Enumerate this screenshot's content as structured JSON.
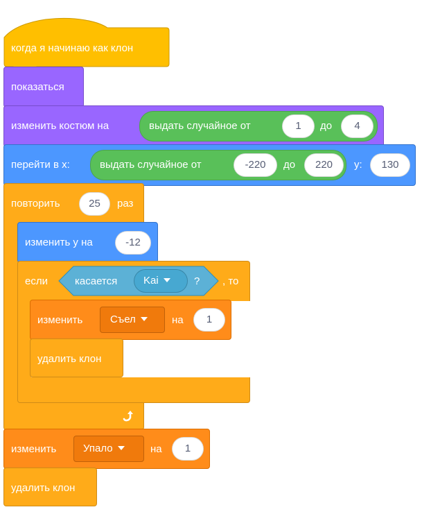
{
  "colors": {
    "events": "#FFBF00",
    "control": "#FFAB19",
    "looks": "#9966FF",
    "motion": "#4C97FF",
    "operators": "#59C059",
    "sensing": "#5CB1D6",
    "variables": "#FF8C1A"
  },
  "script": {
    "hat": {
      "label": "когда я начинаю как клон"
    },
    "show": {
      "label": "показаться"
    },
    "switch_costume": {
      "label": "изменить костюм на",
      "random": {
        "label": "выдать случайное от",
        "from": "1",
        "to_label": "до",
        "to": "4"
      }
    },
    "goto_xy": {
      "label": "перейти в x:",
      "random": {
        "label": "выдать случайное от",
        "from": "-220",
        "to_label": "до",
        "to": "220"
      },
      "y_label": "y:",
      "y": "130"
    },
    "repeat": {
      "label": "повторить",
      "count": "25",
      "times_label": "раз",
      "loop_arrow": "loop-arrow-icon",
      "change_y": {
        "label": "изменить y на",
        "value": "-12"
      },
      "if_block": {
        "if_label": "если",
        "then_label": ", то",
        "touching": {
          "label": "касается",
          "target": "Kai",
          "question": "?"
        },
        "change_var": {
          "label": "изменить",
          "variable": "Съел",
          "by_label": "на",
          "value": "1"
        },
        "delete_clone": {
          "label": "удалить клон"
        }
      }
    },
    "change_var": {
      "label": "изменить",
      "variable": "Упало",
      "by_label": "на",
      "value": "1"
    },
    "delete_clone": {
      "label": "удалить клон"
    }
  }
}
